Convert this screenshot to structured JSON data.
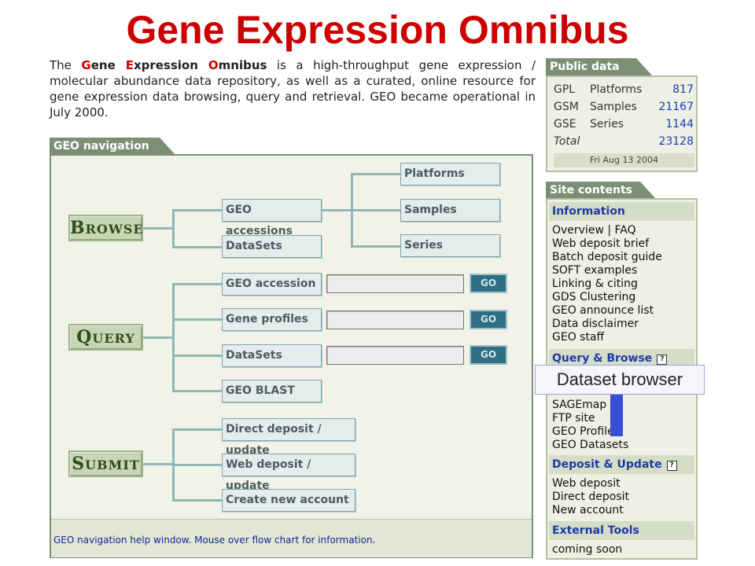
{
  "title": "Gene Expression Omnibus",
  "intro": {
    "t1": "The ",
    "g": "G",
    "w1": "ene ",
    "e": "E",
    "w2": "xpression ",
    "o": "O",
    "w3": "mnibus",
    "rest": " is a high-throughput gene expression / molecular abundance data repository, as well as a curated, online resource for gene expression data browsing, query and retrieval. GEO became operational in July 2000."
  },
  "nav": {
    "header": "GEO navigation",
    "browse": {
      "c": "B",
      "r": "ROWSE"
    },
    "query": {
      "c": "Q",
      "r": "UERY"
    },
    "submit": {
      "c": "S",
      "r": "UBMIT"
    },
    "browse_items": [
      "GEO accessions",
      "DataSets"
    ],
    "accession_items": [
      "Platforms",
      "Samples",
      "Series"
    ],
    "query_items": [
      "GEO accession",
      "Gene profiles",
      "DataSets",
      "GEO BLAST"
    ],
    "submit_items": [
      "Direct deposit / update",
      "Web deposit / update",
      "Create new account"
    ],
    "go_label": "GO",
    "footer": "GEO navigation help window. Mouse over flow chart for information."
  },
  "public": {
    "header": "Public data",
    "rows": [
      {
        "k": "GPL",
        "n": "Platforms",
        "v": "817"
      },
      {
        "k": "GSM",
        "n": "Samples",
        "v": "21167"
      },
      {
        "k": "GSE",
        "n": "Series",
        "v": "1144"
      },
      {
        "k": "Total",
        "n": "",
        "v": "23128"
      }
    ],
    "date": "Fri Aug 13 2004"
  },
  "site": {
    "header": "Site contents",
    "info_hdr": "Information",
    "info_items": [
      "Overview  |  FAQ",
      "Web deposit brief",
      "Batch deposit guide",
      "SOFT examples",
      "Linking & citing",
      "GDS Clustering",
      "GEO announce list",
      "Data disclaimer",
      "GEO staff"
    ],
    "qb_hdr": "Query & Browse",
    "qb_items": [
      "SAGEmap",
      "FTP site",
      "GEO Profiles",
      "GEO Datasets"
    ],
    "du_hdr": "Deposit & Update",
    "du_items": [
      "Web deposit",
      "Direct deposit",
      "New account"
    ],
    "et_hdr": "External Tools",
    "et_items": [
      "coming soon"
    ],
    "help_glyph": "?"
  },
  "tooltip": "Dataset browser",
  "colors": {
    "title": "#cc0000",
    "panel_header": "#7c8f74",
    "link": "#1c3aa6",
    "go_button": "#2f6f84"
  }
}
